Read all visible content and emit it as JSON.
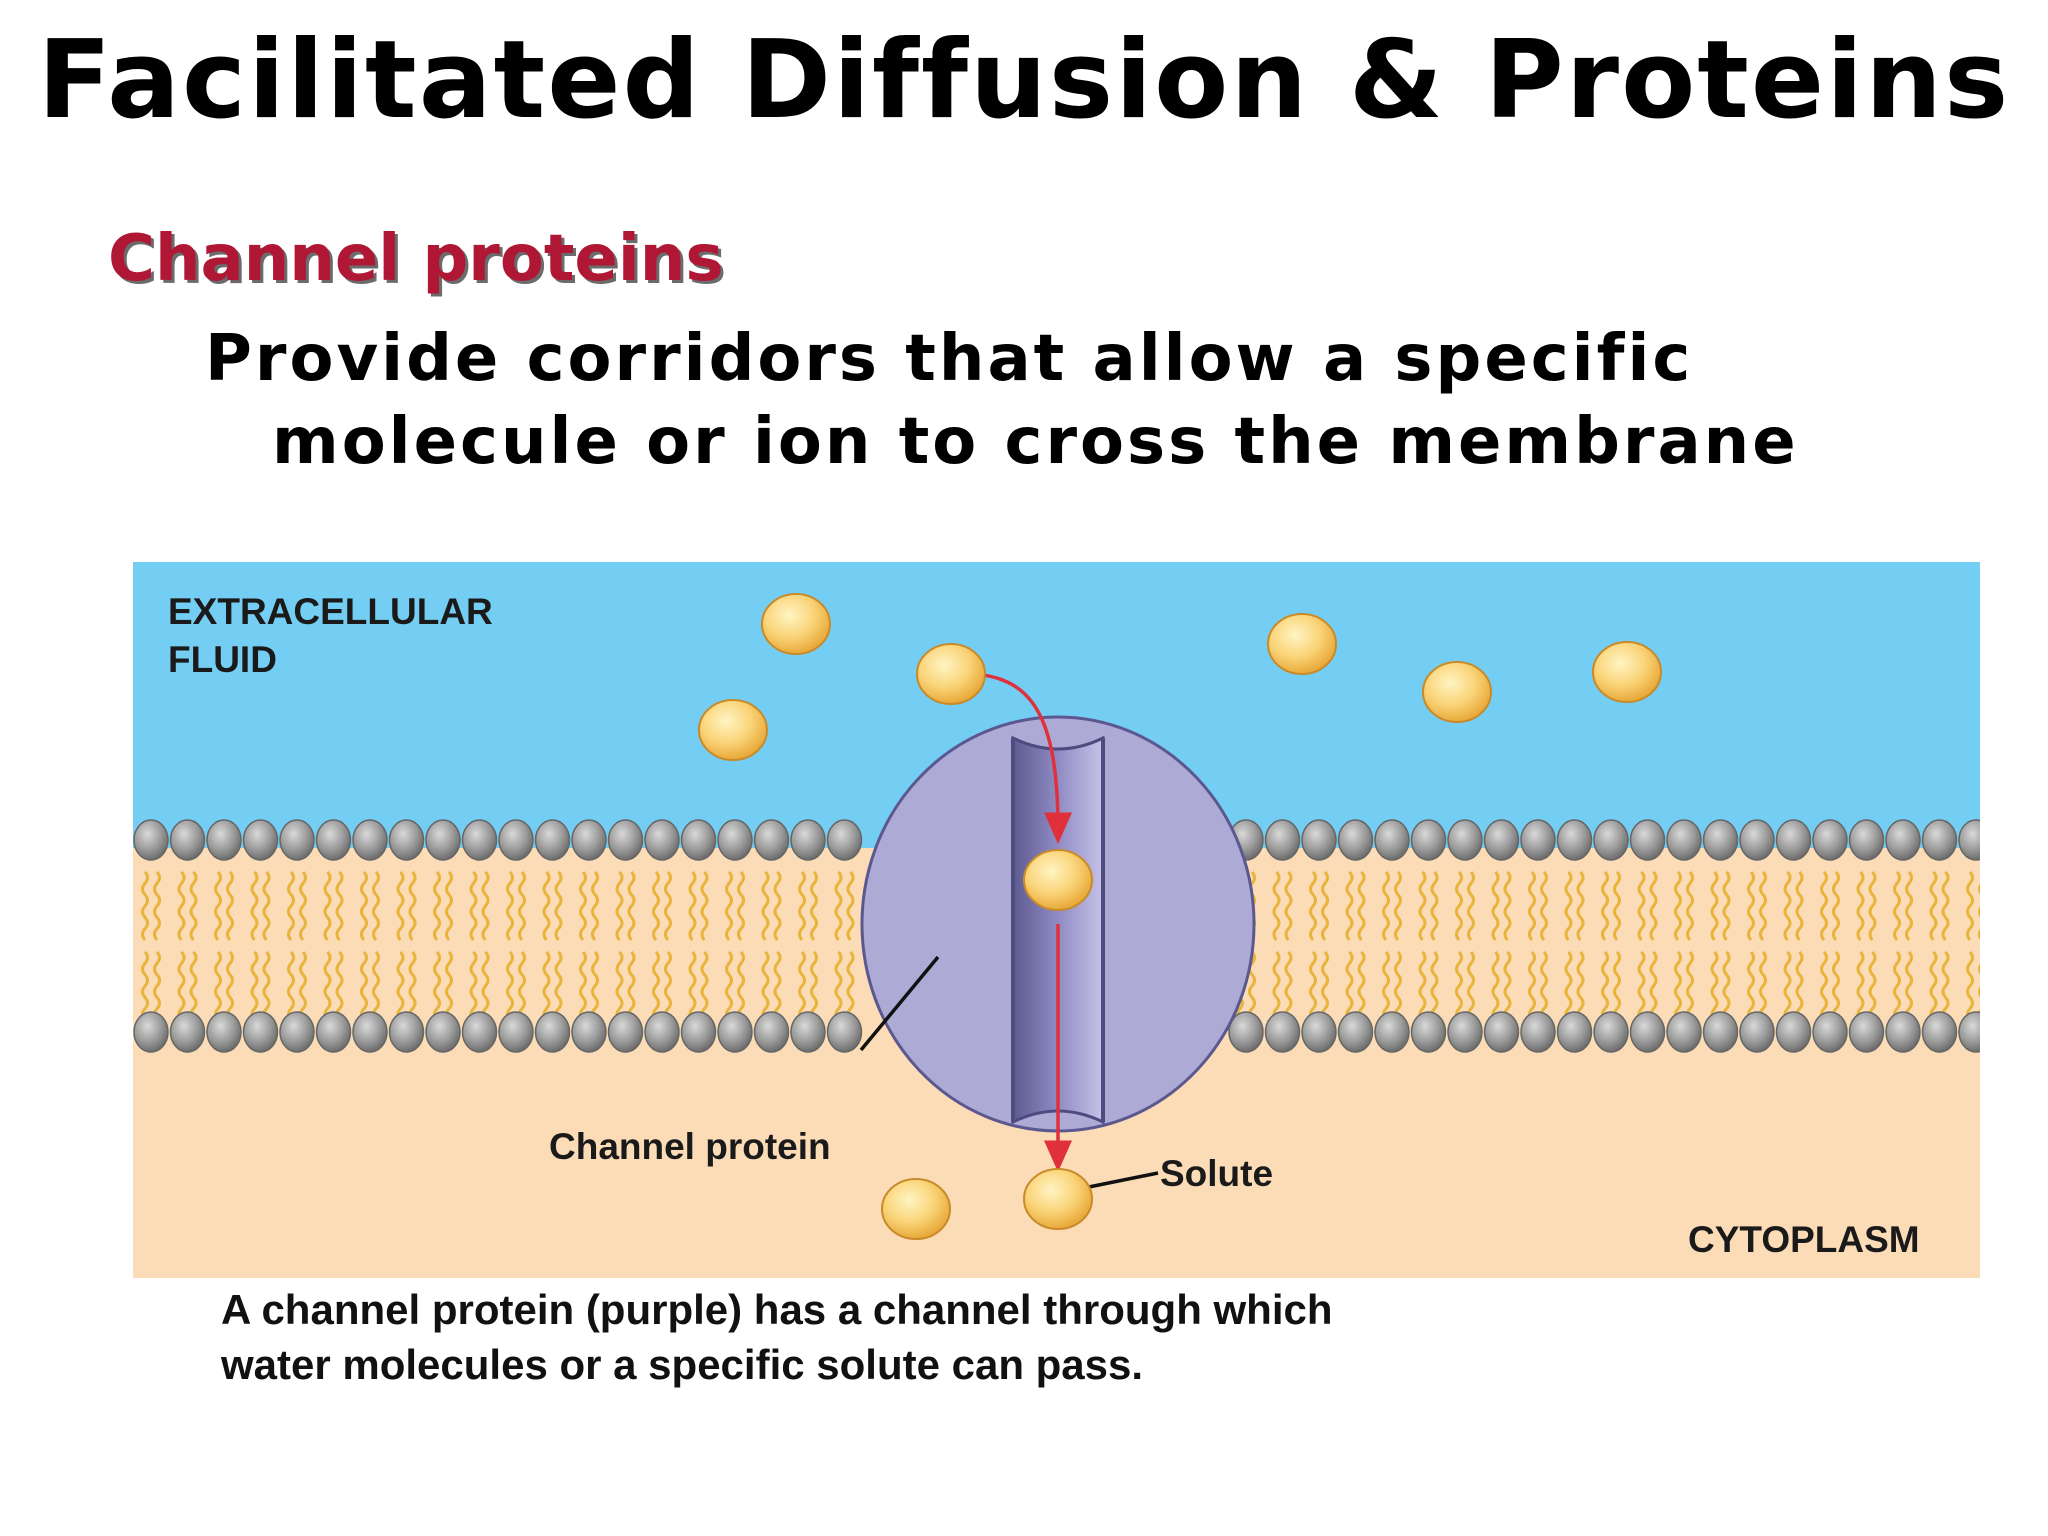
{
  "title": "Facilitated Diffusion & Proteins",
  "subtitle": "Channel proteins",
  "body": {
    "line1": "Provide corridors that allow a specific",
    "line2": "molecule or ion to cross the membrane"
  },
  "diagram": {
    "extracellular_line1": "EXTRACELLULAR",
    "extracellular_line2": "FLUID",
    "channel_protein_label": "Channel protein",
    "solute_label": "Solute",
    "cytoplasm_label": "CYTOPLASM",
    "colors": {
      "extracellular": "#74cdf3",
      "cytoplasm": "#fbdcb7",
      "protein": "#aeaad6",
      "protein_dark": "#6f6ca4",
      "solute": "#f9cf69",
      "arrow": "#e0303c",
      "lipid_head": "#9c9c9c",
      "lipid_tail": "#e9b43b"
    }
  },
  "caption": {
    "line1": "A channel protein (purple) has a channel through which",
    "line2": "water molecules or a specific solute can pass."
  }
}
